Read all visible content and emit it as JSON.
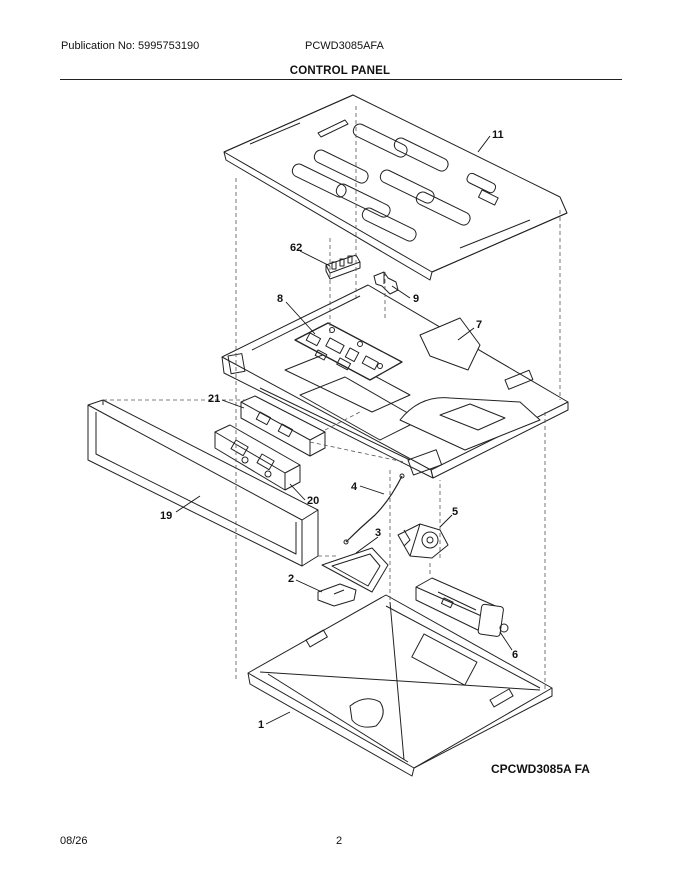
{
  "header": {
    "publication": "Publication No: 5995753190",
    "model": "PCWD3085AFA",
    "section_title": "CONTROL PANEL"
  },
  "callouts": {
    "c11": "11",
    "c62": "62",
    "c9": "9",
    "c8": "8",
    "c7": "7",
    "c21": "21",
    "c20": "20",
    "c19": "19",
    "c4": "4",
    "c3": "3",
    "c5": "5",
    "c2": "2",
    "c6": "6",
    "c1": "1"
  },
  "footer": {
    "diagram_code": "CPCWD3085A FA",
    "date": "08/26",
    "page_number": "2"
  }
}
